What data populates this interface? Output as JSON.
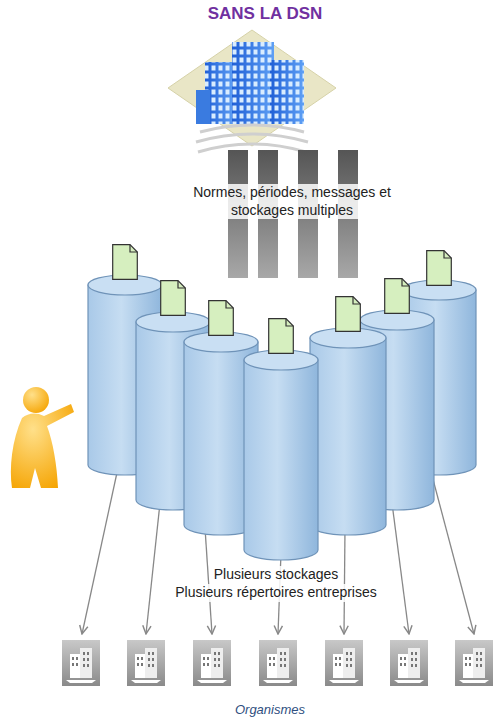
{
  "diagram": {
    "title": "SANS LA DSN",
    "labels": [
      "Normes, périodes, messages et stockages multiples",
      "Plusieurs stockages",
      "Plusieurs répertoires entreprises",
      "Organismes"
    ]
  }
}
